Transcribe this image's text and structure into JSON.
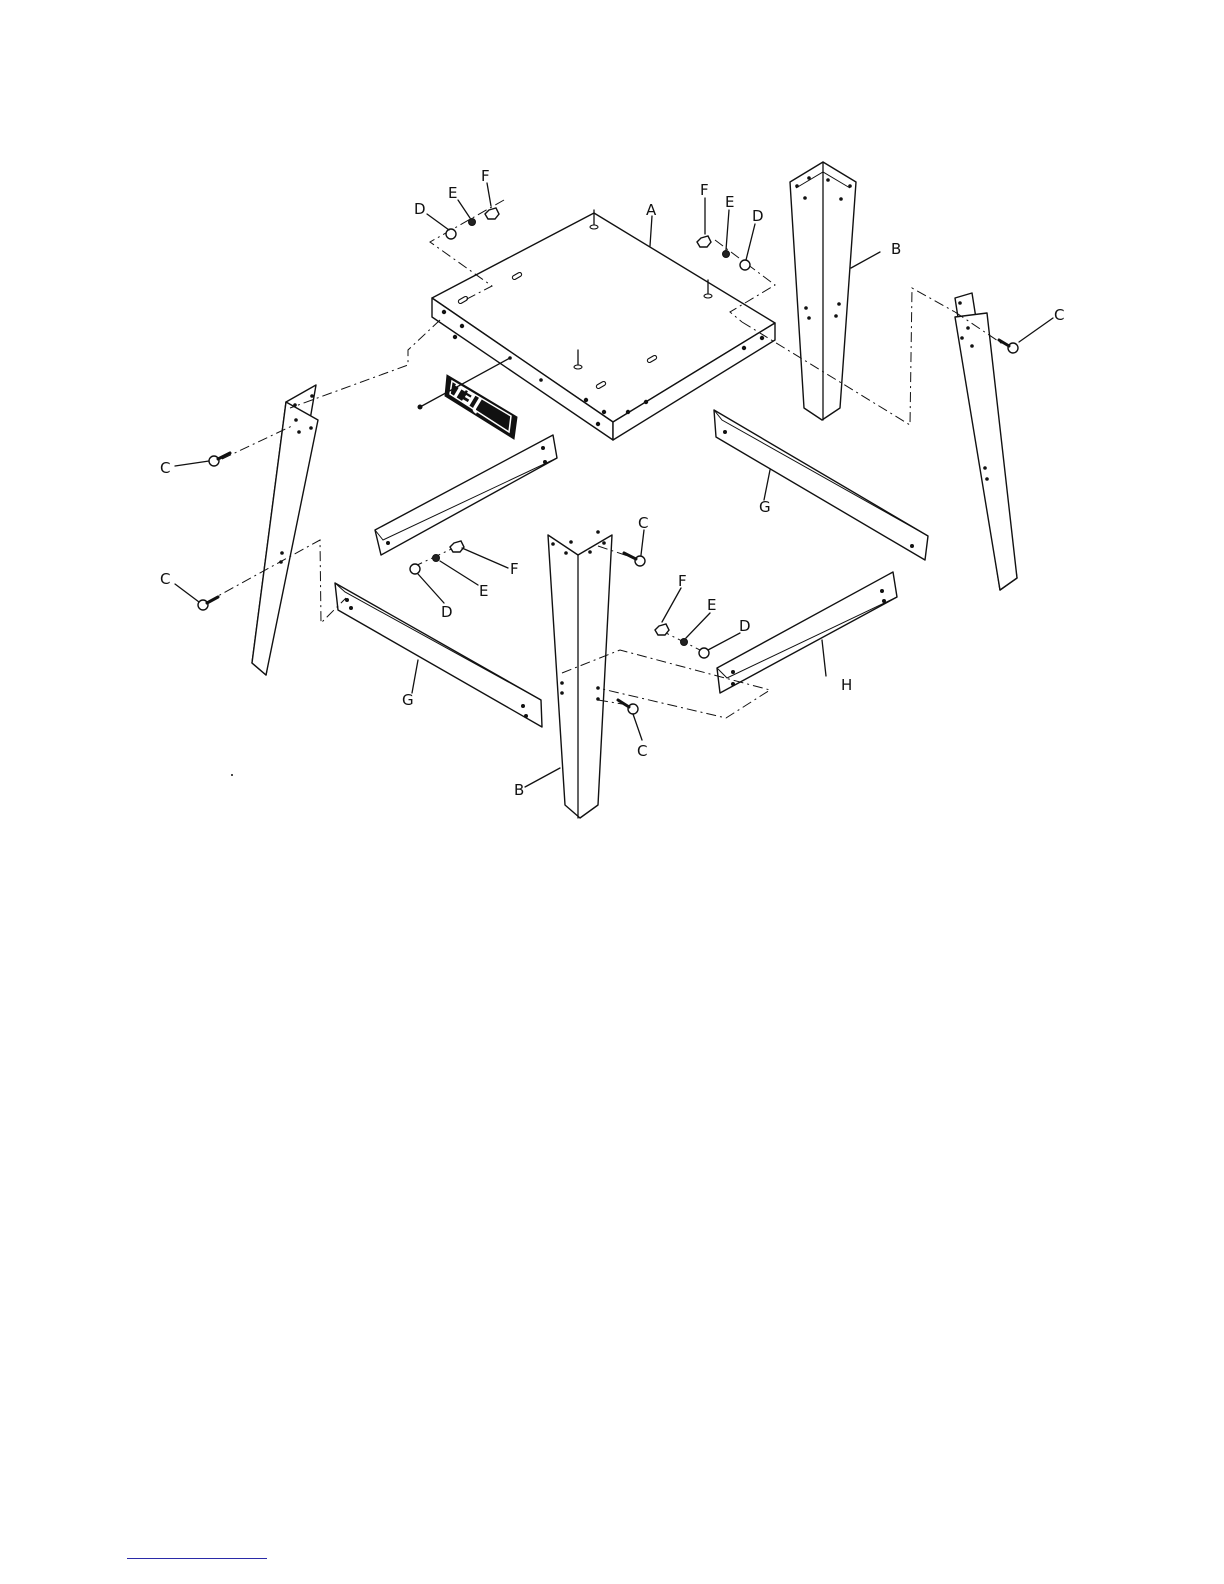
{
  "labels": {
    "A": "A",
    "B": "B",
    "C": "C",
    "D": "D",
    "E": "E",
    "F": "F",
    "G": "G",
    "H": "H"
  },
  "logo": {
    "text": "JET"
  }
}
